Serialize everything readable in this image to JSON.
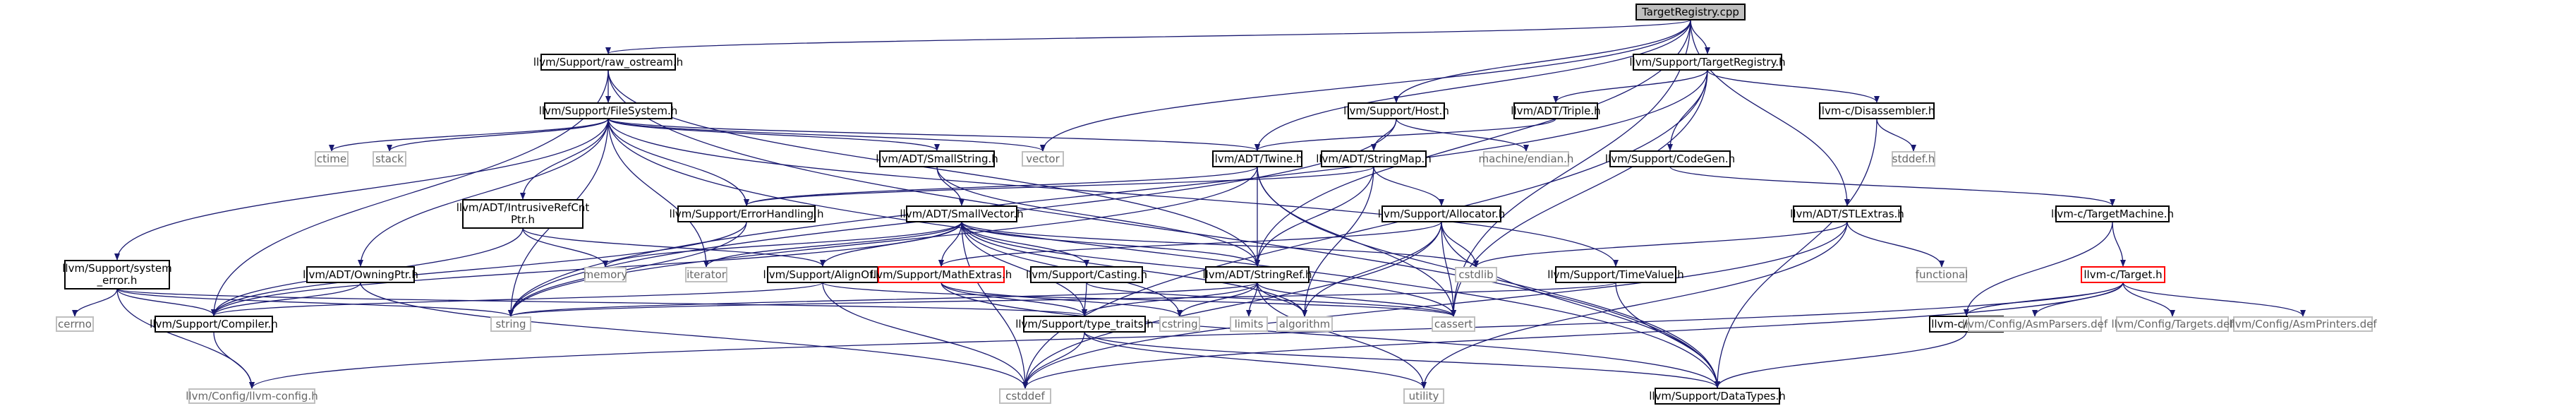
{
  "graph": {
    "colors": {
      "edge": "#191970",
      "node_border": "#000000",
      "root_fill": "#bfbfbf",
      "red_border": "#ff0000",
      "gray_border": "#bfbfbf",
      "gray_text": "#666666"
    },
    "nodes": [
      {
        "id": "n0",
        "label": "TargetRegistry.cpp",
        "style": "root"
      },
      {
        "id": "n1",
        "label": "llvm/Support/raw_ostream.h",
        "style": "normal"
      },
      {
        "id": "n2",
        "label": "llvm/Support/TargetRegistry.h",
        "style": "normal"
      },
      {
        "id": "n3",
        "label": "llvm/Support/FileSystem.h",
        "style": "normal"
      },
      {
        "id": "n4",
        "label": "llvm/Support/Host.h",
        "style": "normal"
      },
      {
        "id": "n5",
        "label": "llvm/ADT/Triple.h",
        "style": "normal"
      },
      {
        "id": "n6",
        "label": "llvm-c/Disassembler.h",
        "style": "normal"
      },
      {
        "id": "n7",
        "label": "ctime",
        "style": "gray"
      },
      {
        "id": "n8",
        "label": "stack",
        "style": "gray"
      },
      {
        "id": "n9",
        "label": "vector",
        "style": "gray"
      },
      {
        "id": "n10",
        "label": "llvm/ADT/SmallString.h",
        "style": "normal"
      },
      {
        "id": "n11",
        "label": "llvm/ADT/Twine.h",
        "style": "normal"
      },
      {
        "id": "n12",
        "label": "llvm/ADT/StringMap.h",
        "style": "normal"
      },
      {
        "id": "n13",
        "label": "machine/endian.h",
        "style": "gray"
      },
      {
        "id": "n14",
        "label": "llvm/Support/CodeGen.h",
        "style": "normal"
      },
      {
        "id": "n15",
        "label": "stddef.h",
        "style": "gray"
      },
      {
        "id": "n16",
        "label": "llvm/ADT/IntrusiveRefCnt",
        "label2": "Ptr.h",
        "style": "normal"
      },
      {
        "id": "n17",
        "label": "llvm/Support/ErrorHandling.h",
        "style": "normal"
      },
      {
        "id": "n18",
        "label": "llvm/ADT/SmallVector.h",
        "style": "normal"
      },
      {
        "id": "n19",
        "label": "llvm/Support/Allocator.h",
        "style": "normal"
      },
      {
        "id": "n20",
        "label": "llvm/ADT/STLExtras.h",
        "style": "normal"
      },
      {
        "id": "n21",
        "label": "llvm-c/TargetMachine.h",
        "style": "normal"
      },
      {
        "id": "n22",
        "label": "llvm/Support/system",
        "label2": "_error.h",
        "style": "normal"
      },
      {
        "id": "n23",
        "label": "llvm/ADT/OwningPtr.h",
        "style": "normal"
      },
      {
        "id": "n24",
        "label": "memory",
        "style": "gray"
      },
      {
        "id": "n25",
        "label": "iterator",
        "style": "gray"
      },
      {
        "id": "n26",
        "label": "llvm/Support/AlignOf.h",
        "style": "normal"
      },
      {
        "id": "n27",
        "label": "llvm/Support/MathExtras.h",
        "style": "red"
      },
      {
        "id": "n28",
        "label": "llvm/Support/Casting.h",
        "style": "normal"
      },
      {
        "id": "n29",
        "label": "llvm/ADT/StringRef.h",
        "style": "normal"
      },
      {
        "id": "n30",
        "label": "cstdlib",
        "style": "gray"
      },
      {
        "id": "n31",
        "label": "functional",
        "style": "gray"
      },
      {
        "id": "n32",
        "label": "llvm-c/Target.h",
        "style": "red"
      },
      {
        "id": "n33",
        "label": "llvm/Support/TimeValue.h",
        "style": "normal"
      },
      {
        "id": "n34",
        "label": "cerrno",
        "style": "gray"
      },
      {
        "id": "n35",
        "label": "llvm/Support/Compiler.h",
        "style": "normal"
      },
      {
        "id": "n36",
        "label": "string",
        "style": "gray"
      },
      {
        "id": "n37",
        "label": "llvm/Support/type_traits.h",
        "style": "normal"
      },
      {
        "id": "n38",
        "label": "cstring",
        "style": "gray"
      },
      {
        "id": "n39",
        "label": "limits",
        "style": "gray"
      },
      {
        "id": "n40",
        "label": "algorithm",
        "style": "gray"
      },
      {
        "id": "n41",
        "label": "cassert",
        "style": "gray"
      },
      {
        "id": "n42",
        "label": "llvm-c/Core.h",
        "style": "normal"
      },
      {
        "id": "n43",
        "label": "llvm/Config/AsmParsers.def",
        "style": "gray"
      },
      {
        "id": "n44",
        "label": "llvm/Config/Targets.def",
        "style": "gray"
      },
      {
        "id": "n45",
        "label": "llvm/Config/AsmPrinters.def",
        "style": "gray"
      },
      {
        "id": "n46",
        "label": "llvm/Config/llvm-config.h",
        "style": "gray"
      },
      {
        "id": "n47",
        "label": "cstddef",
        "style": "gray"
      },
      {
        "id": "n48",
        "label": "utility",
        "style": "gray"
      },
      {
        "id": "n49",
        "label": "llvm/Support/DataTypes.h",
        "style": "normal"
      }
    ],
    "edges": [
      [
        "n0",
        "n1"
      ],
      [
        "n0",
        "n2"
      ],
      [
        "n0",
        "n4"
      ],
      [
        "n0",
        "n9"
      ],
      [
        "n0",
        "n29"
      ],
      [
        "n0",
        "n20"
      ],
      [
        "n0",
        "n41"
      ],
      [
        "n0",
        "n11"
      ],
      [
        "n1",
        "n3"
      ],
      [
        "n1",
        "n35"
      ],
      [
        "n1",
        "n29"
      ],
      [
        "n1",
        "n49"
      ],
      [
        "n2",
        "n5"
      ],
      [
        "n2",
        "n14"
      ],
      [
        "n2",
        "n6"
      ],
      [
        "n2",
        "n36"
      ],
      [
        "n2",
        "n41"
      ],
      [
        "n2",
        "n47"
      ],
      [
        "n3",
        "n7"
      ],
      [
        "n3",
        "n8"
      ],
      [
        "n3",
        "n9"
      ],
      [
        "n3",
        "n10"
      ],
      [
        "n3",
        "n11"
      ],
      [
        "n3",
        "n16"
      ],
      [
        "n3",
        "n17"
      ],
      [
        "n3",
        "n22"
      ],
      [
        "n3",
        "n23"
      ],
      [
        "n3",
        "n25"
      ],
      [
        "n3",
        "n36"
      ],
      [
        "n3",
        "n33"
      ],
      [
        "n3",
        "n49"
      ],
      [
        "n4",
        "n13"
      ],
      [
        "n4",
        "n12"
      ],
      [
        "n4",
        "n36"
      ],
      [
        "n5",
        "n11"
      ],
      [
        "n6",
        "n15"
      ],
      [
        "n6",
        "n49"
      ],
      [
        "n10",
        "n18"
      ],
      [
        "n10",
        "n29"
      ],
      [
        "n11",
        "n29"
      ],
      [
        "n11",
        "n36"
      ],
      [
        "n11",
        "n41"
      ],
      [
        "n11",
        "n17"
      ],
      [
        "n11",
        "n49"
      ],
      [
        "n12",
        "n29"
      ],
      [
        "n12",
        "n19"
      ],
      [
        "n12",
        "n17"
      ],
      [
        "n12",
        "n40"
      ],
      [
        "n14",
        "n21"
      ],
      [
        "n16",
        "n24"
      ],
      [
        "n16",
        "n35"
      ],
      [
        "n16",
        "n26"
      ],
      [
        "n17",
        "n36"
      ],
      [
        "n17",
        "n35"
      ],
      [
        "n18",
        "n24"
      ],
      [
        "n18",
        "n25"
      ],
      [
        "n18",
        "n26"
      ],
      [
        "n18",
        "n27"
      ],
      [
        "n18",
        "n28"
      ],
      [
        "n18",
        "n29"
      ],
      [
        "n18",
        "n30"
      ],
      [
        "n18",
        "n35"
      ],
      [
        "n18",
        "n37"
      ],
      [
        "n18",
        "n38"
      ],
      [
        "n18",
        "n40"
      ],
      [
        "n18",
        "n41"
      ],
      [
        "n18",
        "n47"
      ],
      [
        "n19",
        "n27"
      ],
      [
        "n19",
        "n30"
      ],
      [
        "n19",
        "n41"
      ],
      [
        "n19",
        "n47"
      ],
      [
        "n19",
        "n40"
      ],
      [
        "n19",
        "n49"
      ],
      [
        "n20",
        "n30"
      ],
      [
        "n20",
        "n31"
      ],
      [
        "n20",
        "n47"
      ],
      [
        "n20",
        "n48"
      ],
      [
        "n21",
        "n32"
      ],
      [
        "n21",
        "n42"
      ],
      [
        "n22",
        "n34"
      ],
      [
        "n22",
        "n35"
      ],
      [
        "n22",
        "n36"
      ],
      [
        "n22",
        "n37"
      ],
      [
        "n22",
        "n46"
      ],
      [
        "n23",
        "n35"
      ],
      [
        "n23",
        "n47"
      ],
      [
        "n26",
        "n41"
      ],
      [
        "n26",
        "n35"
      ],
      [
        "n26",
        "n47"
      ],
      [
        "n27",
        "n37"
      ],
      [
        "n27",
        "n49"
      ],
      [
        "n27",
        "n38"
      ],
      [
        "n28",
        "n37"
      ],
      [
        "n28",
        "n41"
      ],
      [
        "n29",
        "n36"
      ],
      [
        "n29",
        "n37"
      ],
      [
        "n29",
        "n38"
      ],
      [
        "n29",
        "n39"
      ],
      [
        "n29",
        "n40"
      ],
      [
        "n29",
        "n41"
      ],
      [
        "n29",
        "n48"
      ],
      [
        "n32",
        "n42"
      ],
      [
        "n32",
        "n43"
      ],
      [
        "n32",
        "n44"
      ],
      [
        "n32",
        "n45"
      ],
      [
        "n32",
        "n46"
      ],
      [
        "n32",
        "n47"
      ],
      [
        "n33",
        "n49"
      ],
      [
        "n33",
        "n36"
      ],
      [
        "n35",
        "n46"
      ],
      [
        "n37",
        "n47"
      ],
      [
        "n37",
        "n48"
      ],
      [
        "n37",
        "n49"
      ],
      [
        "n42",
        "n49"
      ]
    ]
  }
}
